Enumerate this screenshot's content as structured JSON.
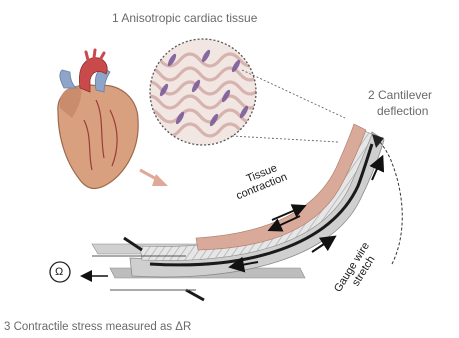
{
  "labels": {
    "step1": "1 Anisotropic cardiac tissue",
    "step2_line1": "2 Cantilever",
    "step2_line2": "deflection",
    "step3": "3 Contractile stress measured as ΔR",
    "tissue_line1": "Tissue",
    "tissue_line2": "contraction",
    "gauge_line1": "Gauge wire",
    "gauge_line2": "stretch",
    "ohm_symbol": "Ω"
  },
  "colors": {
    "heart_muscle": "#d9a07f",
    "heart_vessel_red": "#c94a4a",
    "heart_vessel_blue": "#8ea4c8",
    "tissue_pink": "#d9a99a",
    "fiber_purple": "#7a5b9a",
    "gauge_wire": "#1a1a1a",
    "pointer_arrow": "#e0a898",
    "label_gray": "#6a6a6a"
  },
  "icons": [
    "heart-illustration",
    "magnified-tissue-circle",
    "ohmmeter-icon"
  ]
}
